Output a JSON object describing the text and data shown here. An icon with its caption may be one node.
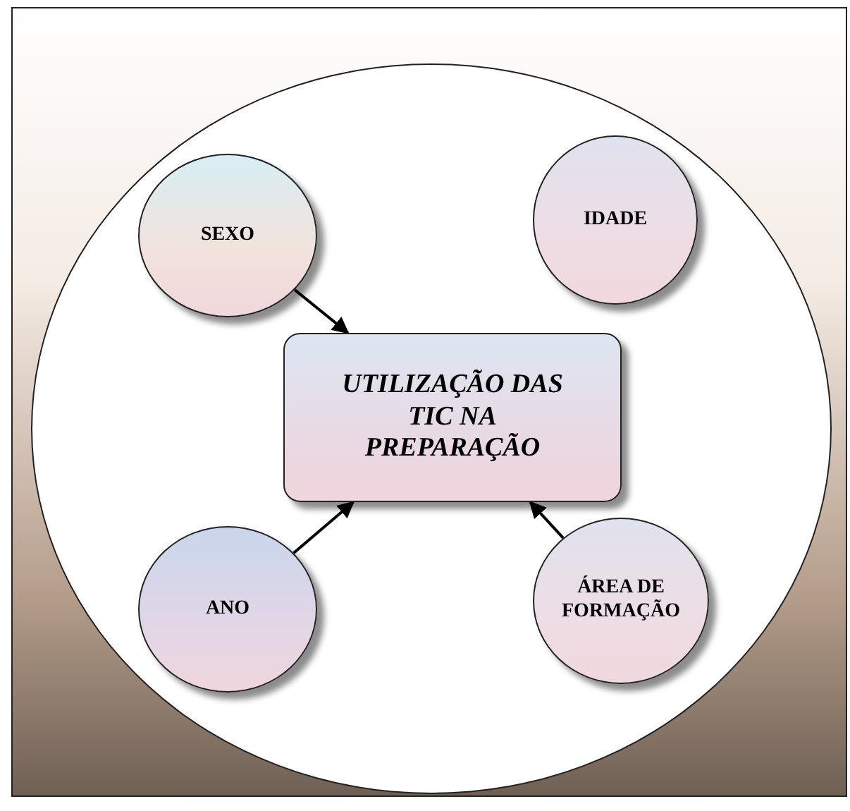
{
  "diagram": {
    "nodes": [
      {
        "text": [],
        "shape": "circle"
      },
      {
        "text": [
          "SEXO"
        ],
        "in": 0
      },
      {
        "text": [
          "IDADE"
        ],
        "in": 0
      },
      {
        "text": [
          "UTILIZAÇÃO DAS TIC NA PREPARAÇÃO"
        ],
        "in": 0
      },
      {
        "text": [
          "ANO"
        ],
        "in": 0
      },
      {
        "text": [
          "ÁREA DE FORMAÇÃO"
        ],
        "in": 0
      }
    ],
    "edges": [
      {
        "from": 1,
        "to": 3,
        "arrow": "to"
      },
      {
        "from": 4,
        "to": 3,
        "arrow": "to"
      },
      {
        "from": 5,
        "to": 3,
        "arrow": "to"
      }
    ]
  }
}
